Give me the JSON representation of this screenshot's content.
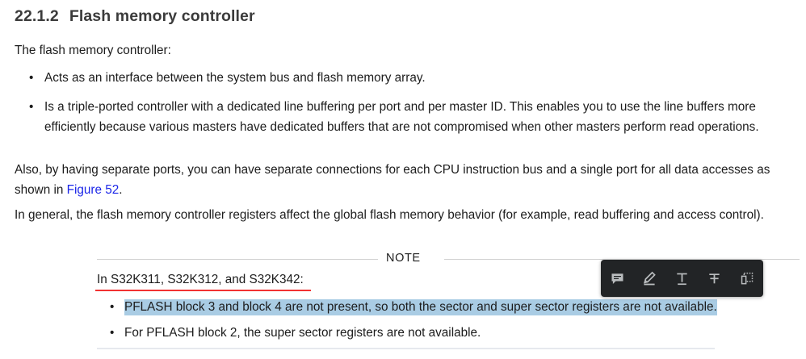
{
  "document": {
    "heading": {
      "number": "22.1.2",
      "title": "Flash memory controller"
    },
    "intro_paragraph": "The flash memory controller:",
    "intro_bullets": [
      "Acts as an interface between the system bus and flash memory array.",
      "Is a triple-ported controller with a dedicated line buffering per port and per master ID. This enables you to use the line buffers more efficiently because various masters have dedicated buffers that are not compromised when other masters perform read operations."
    ],
    "paragraph_also": {
      "before_link": "Also, by having separate ports, you can have separate connections for each CPU instruction bus and a single port for all data accesses as shown in ",
      "link_text": "Figure 52",
      "after_link": "."
    },
    "paragraph_general": "In general, the flash memory controller registers affect the global flash memory behavior (for example, read buffering and access control).",
    "note": {
      "label": "NOTE",
      "lead_text": "In S32K311, S32K312, and S32K342:",
      "bullets": [
        "PFLASH block 3 and block 4 are not present, so both the sector and super sector registers are not available.",
        "For PFLASH block 2, the super sector registers are not available."
      ],
      "bullet_glyph": "•"
    }
  },
  "annotations": {
    "red_underline_color": "#f23232",
    "highlight_color": "#a9cce4",
    "link_color": "#1b26e8",
    "heading_color": "#3b3b3b"
  },
  "toolbar": {
    "background_color": "#222426",
    "icon_color": "#b9bcbe",
    "tools": [
      {
        "name": "add-note-icon",
        "label": "Add note"
      },
      {
        "name": "highlight-icon",
        "label": "Highlight"
      },
      {
        "name": "underline-icon",
        "label": "Underline"
      },
      {
        "name": "strikethrough-icon",
        "label": "Strikethrough"
      },
      {
        "name": "snapshot-icon",
        "label": "Snapshot"
      }
    ]
  }
}
